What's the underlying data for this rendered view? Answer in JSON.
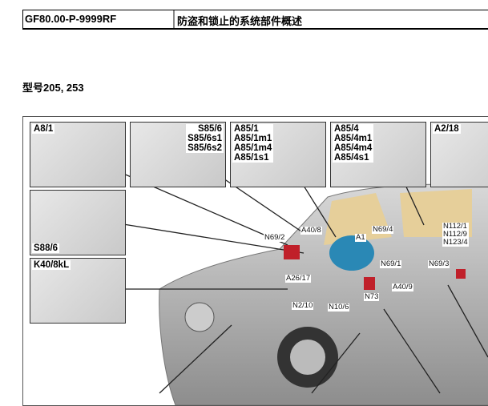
{
  "header": {
    "code": "GF80.00-P-9999RF",
    "title": "防盗和锁止的系统部件概述"
  },
  "model": "型号205, 253",
  "figure": {
    "boxes": {
      "a8_1": "A8/1",
      "s85": [
        "S85/6",
        "S85/6s1",
        "S85/6s2"
      ],
      "a85_1": [
        "A85/1m1",
        "A85/1m4",
        "A85/1s1"
      ],
      "a85_1_title": "A85/1",
      "a85_4": [
        "A85/4",
        "A85/4m1",
        "A85/4m4",
        "A85/4s1"
      ],
      "a2_18": "A2/18",
      "s88_6": "S88/6",
      "k40": "K40/8kL"
    },
    "callouts": {
      "n69_2": "N69/2",
      "a40_8": "A40/8",
      "a1": "A1",
      "n69_4": "N69/4",
      "n112": [
        "N112/1",
        "N112/9",
        "N123/4"
      ],
      "n69_1": "N69/1",
      "n69_3": "N69/3",
      "a26_17": "A26/17",
      "a40_9": "A40/9",
      "n73": "N73",
      "n2_10": "N2/10",
      "n10_6": "N10/6"
    }
  }
}
